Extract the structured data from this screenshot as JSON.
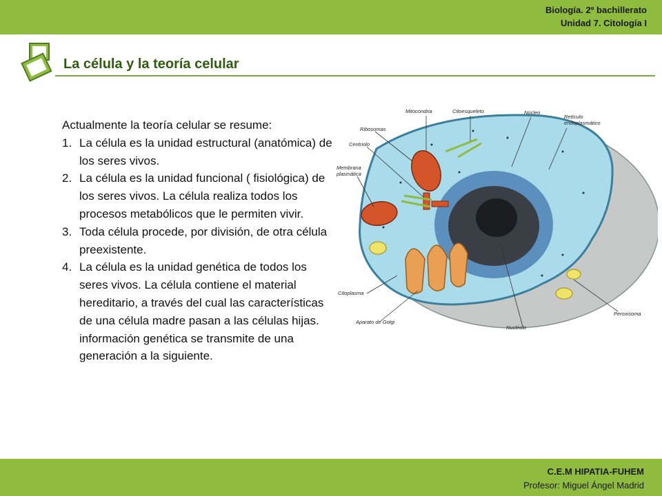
{
  "header": {
    "line1": "Biología. 2º bachillerato",
    "line2": "Unidad 7. Citología I"
  },
  "slide": {
    "title": "La célula y la teoría celular",
    "intro": "Actualmente la teoría celular se resume:",
    "points": [
      {
        "num": "1.",
        "text": "La célula es la unidad  estructural (anatómica) de los seres vivos."
      },
      {
        "num": "2.",
        "text": "La célula es la unidad funcional ( fisiológica) de los seres vivos. La célula realiza todos los procesos metabólicos que le permiten vivir."
      },
      {
        "num": "3.",
        "text": "Toda célula procede, por división, de otra célula preexistente."
      },
      {
        "num": "4.",
        "text": "La célula es la unidad genética de todos los seres vivos. La célula contiene el material hereditario, a través del cual las características de una célula madre pasan a las células hijas. información genética se transmite de una generación a la siguiente."
      }
    ]
  },
  "diagram": {
    "labels": {
      "mitocondria": "Mitocondria",
      "citoesqueleto": "Citoesqueleto",
      "nucleo": "Núcleo",
      "reticulo1": "Retículo",
      "reticulo2": "endoplasmático",
      "ribosomas": "Ribosomas",
      "centriolo": "Centriolo",
      "membrana1": "Membrana",
      "membrana2": "plasmática",
      "citoplasma": "Citoplasma",
      "golgi": "Aparato de Golgi",
      "nucleolo": "Nucléolo",
      "peroxisoma": "Peroxisoma"
    }
  },
  "footer": {
    "school": "C.E.M HIPATIA-FUHEM",
    "teacher": "Profesor: Miguel Ángel Madrid"
  }
}
